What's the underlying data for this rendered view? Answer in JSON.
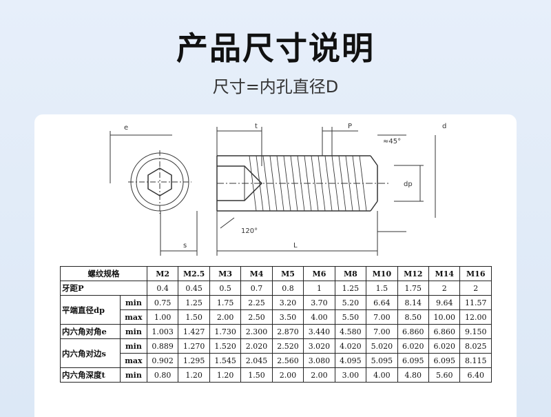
{
  "header": {
    "title": "产品尺寸说明",
    "subtitle": "尺寸=内孔直径D"
  },
  "drawing": {
    "labels": {
      "e": "e",
      "t": "t",
      "p": "P",
      "d": "d",
      "angle45": "≈45°",
      "dp": "dp",
      "angle120": "120°",
      "s": "s",
      "L": "L"
    }
  },
  "table": {
    "spec_label": "螺纹规格",
    "sizes": [
      "M2",
      "M2.5",
      "M3",
      "M4",
      "M5",
      "M6",
      "M8",
      "M10",
      "M12",
      "M14",
      "M16"
    ],
    "pitch_label": "牙距P",
    "pitch": [
      "0.4",
      "0.45",
      "0.5",
      "0.7",
      "0.8",
      "1",
      "1.25",
      "1.5",
      "1.75",
      "2",
      "2"
    ],
    "dp_label": "平端直径dp",
    "dp_min_label": "min",
    "dp_min": [
      "0.75",
      "1.25",
      "1.75",
      "2.25",
      "3.20",
      "3.70",
      "5.20",
      "6.64",
      "8.14",
      "9.64",
      "11.57"
    ],
    "dp_max_label": "max",
    "dp_max": [
      "1.00",
      "1.50",
      "2.00",
      "2.50",
      "3.50",
      "4.00",
      "5.50",
      "7.00",
      "8.50",
      "10.00",
      "12.00"
    ],
    "e_label": "内六角对角e",
    "e_min_label": "min",
    "e_min": [
      "1.003",
      "1.427",
      "1.730",
      "2.300",
      "2.870",
      "3.440",
      "4.580",
      "7.00",
      "6.860",
      "6.860",
      "9.150"
    ],
    "s_label": "内六角对边s",
    "s_min_label": "min",
    "s_min": [
      "0.889",
      "1.270",
      "1.520",
      "2.020",
      "2.520",
      "3.020",
      "4.020",
      "5.020",
      "6.020",
      "6.020",
      "8.025"
    ],
    "s_max_label": "max",
    "s_max": [
      "0.902",
      "1.295",
      "1.545",
      "2.045",
      "2.560",
      "3.080",
      "4.095",
      "5.095",
      "6.095",
      "6.095",
      "8.115"
    ],
    "t_label": "内六角深度t",
    "t_min_label": "min",
    "t_min": [
      "0.80",
      "1.20",
      "1.20",
      "1.50",
      "2.00",
      "2.00",
      "3.00",
      "4.00",
      "4.80",
      "5.60",
      "6.40"
    ]
  }
}
